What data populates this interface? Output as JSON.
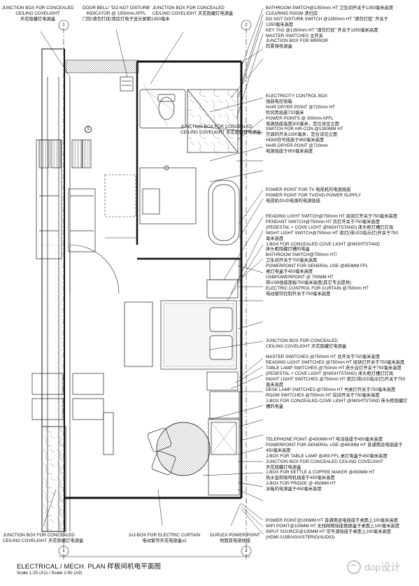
{
  "drawing": {
    "title": "ELECTRICAL / MECH. PLAN 样板间机电平面图",
    "scale": "Scale 1:25 (A1) / Scale 1:50 (A3)",
    "watermark": "dop设计",
    "grid_top_1": "1",
    "grid_top_2": "2",
    "grid_bottom_1": "1",
    "grid_bottom_2": "2",
    "door_mark": "1"
  },
  "top_labels": [
    "JUNCTION BOX FOR CONCEALED\nCEILING COVELIGHT\n天花隐藏灯电源盒",
    "DOOR BELL/ \"DO NOT DISTURB'\nINDICATOR @ 1350mm AFFL\n门铃/请勿打扰/清房灯电子显示屏距1350毫米",
    "JUNCTION BOX FOR CONCEALED\nCEILING COVELIGHT 天花隐藏灯电源盒"
  ],
  "inner_labels": [
    "JUNCTION BOX FOR CONCEALED\nCEILING COVELIGHT 天花隐藏灯电源盒"
  ],
  "bottom_labels": [
    "JUNCTION BOX FOR CONCEALED\nCEILING COVELIGHT 天花隐藏灯电源盒",
    "2xJ-BOX FOR ELECTRIC CURTAIN\n电动窗帘天花电源盒x2",
    "DUPLEX POWER POINT\n地面双电源插座"
  ],
  "right_labels": [
    "BATHROOM SWITCH@1350mm HT 卫生间开关于1350毫米高度\nCLEARING ROOM 清扫房\nDO NOT DISTURB SWITCH @1350mm HT \"请勿打扰\" 开关于\n1350毫米高度\nKEY TAG @1350mm HT \"请勿打扰\" 开关于1350毫米高度\nMASTER SWITCHES 主开关\nJUNCTION BOX FOR MIRROR\n防雾镜电源盒",
    "ELECTRICITY CONTROL BOX\n强弱电控制箱\nHAIR DRYER POINT @720mm HT\n吹风筒插座720毫米\nPOWER POINTS @ 300mm AFFL\n电源插座高度300毫米，定位详见立面\nSWITCH FOR AIR-CON @1350MM HT\n空调的开关1350毫米，定位详见立面\nHDMI信号插座于850毫米高度\nHAIR DRYER POINT @720mm\n电源插座于850毫米高度",
    "POWER POINT FOR TV 电视机的电源插座\nPOWER POINT FOR TV/DVD POWER SUPPLY\n电视机/DVD电源的电源插座",
    "READING LIGHT SWITCH@750mm HT 阅读灯开关于750毫米高度\nPENDANT SWITCH@750mm HT 吊灯开关于750毫米高度\n(PEDESTAL + COVE LIGHT @NIGHTSTAND) 床头柜灯槽灯灯具\nNIGHT LIGHT SWITCH@750mm HT 夜灯(带LED指示灯)开关于750\n毫米高度\nJ-BOX FOR CONCEALED COVE LIGHT @NIGHTSTAND\n床头柜隐藏灯槽的电盒\nBATHROOM SWITCH@750mm HT/\n卫生间开关于750毫米高度\nPOWERPOINT FOR GENERAL USE @450MM FFL\n桌灯电盒于450毫米高度\nUSBPOWERPOINT @ 750MM HT\n带USB插座面板750毫米高度(其它专业提供)\nELECTRIC CONTROL FOR CURTAIN @750mm HT\n电动窗帘控制开关于750毫米高度",
    "JUNCTION BOX FOR CONCEALED\nCEILING COVELIGHT 天花隐藏灯电源盒",
    "MASTER SWITCHES @750mm HT 总开关于750毫米高度\nREADING LIGHT SWITCHES @750mm HT 阅读灯开关于750毫米高度\nTABLE LAMP SWITCHES @750mm HT 床头台灯开关于750毫米高度\n(PEDESTAL + COVE LIGHT @NIGHTSTAND) 床头柜灯槽灯灯具\nNIGHT LIGHT SWITCHES @750mm HT 夜灯(带LED指示灯)开关于750\n毫米高度\nDESK LAMP SWITCHES @750mm HT 书桌灯开关于750毫米高度\nROOM SWITCHES @750mm HT 房间开关于750毫米高度\nJ-BOX FOR CONCEALED COVE LIGHT @NIGHTSTAND 床头柜隐藏灯\n槽的电盒",
    "TELEPHONE POINT @450MM HT 电话插座于450毫米高度\nPOWERPOINT FOR GENERAL USE @450MM HT 普通用途电插座于\n450毫米高度\nJ-BOX FOR TABLE LAMP @450 FFL 桌灯电盒于450毫米高度\nJUNCTION BOX FOR CONCEALED CEILING COVELIGHT\n天花隐藏灯电源盒\nJ-BOX FOR KETTLE & COFFEE MAKER @450MM HT\n热水壶和咖啡机插座于450毫米高度\nJ-BOX FOR FRIDGE @ 450MM HT\n冰箱的电源盒于450毫米高度",
    "POWER POINT@100MM HT 普通用途电插座于桌面上100毫米高度\nWIFI POINT@100MM HT 无线网络插座数据盒于桌面上100毫米高度\nINPUT SOURCE@100MM HT 信号源插座于桌面上100毫米高度\n(HDMI /USB/VGA/STERIO/AUDIO)"
  ]
}
